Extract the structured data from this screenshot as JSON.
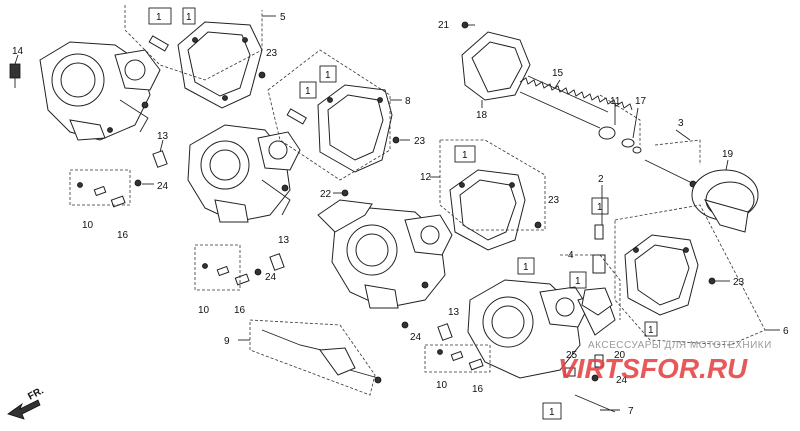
{
  "diagram": {
    "callouts": {
      "c1": "1",
      "c2": "2",
      "c4": "4",
      "c5": "5",
      "c6": "6",
      "c7": "7",
      "c8": "8",
      "c9": "9",
      "c10a": "10",
      "c10b": "10",
      "c10c": "10",
      "c11": "11",
      "c12": "12",
      "c13a": "13",
      "c13b": "13",
      "c13c": "13",
      "c14": "14",
      "c15": "15",
      "c16a": "16",
      "c16b": "16",
      "c16c": "16",
      "c17": "17",
      "c18": "18",
      "c19": "19",
      "c20": "20",
      "c21": "21",
      "c22": "22",
      "c23a": "23",
      "c23b": "23",
      "c23c": "23",
      "c23d": "23",
      "c24a": "24",
      "c24b": "24",
      "c24c": "24",
      "c24d": "24",
      "c25": "25"
    },
    "boxed": {
      "b1": "1",
      "b2": "1",
      "b3": "1",
      "b4": "1",
      "b5": "1",
      "b6": "1",
      "b7": "1",
      "b8": "1",
      "b9": "1",
      "b10": "1"
    },
    "direction_label": "FR.",
    "watermark": {
      "line1": "АКСЕССУАРЫ ДЛЯ МОТОТЕХНИКИ",
      "line2": "VIRTSFOR.RU"
    }
  }
}
